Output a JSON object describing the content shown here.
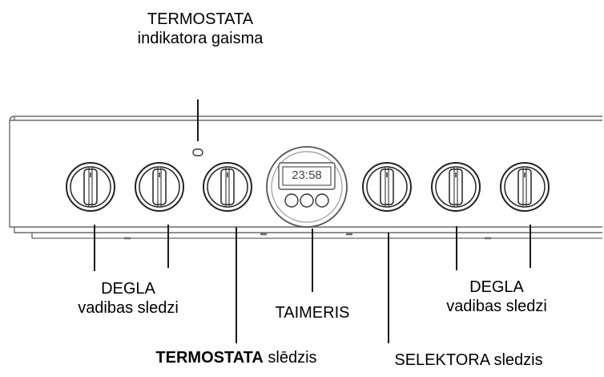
{
  "labels": {
    "thermostat_light_line1": "TERMOSTATA",
    "thermostat_light_line2": "indikatora gaisma",
    "burner_left_line1": "DEGLA",
    "burner_left_line2": "vadibas sledzi",
    "timer": "TAIMERIS",
    "burner_right_line1": "DEGLA",
    "burner_right_line2": "vadibas sledzi",
    "thermostat_switch_bold": "TERMOSTATA",
    "thermostat_switch_rest": "slēdzis",
    "selector_switch": "SELEKTORA sledzis"
  },
  "timer_display": "23:58",
  "colors": {
    "line": "#1a1a1a",
    "panel_stroke": "#6a6a6a"
  }
}
